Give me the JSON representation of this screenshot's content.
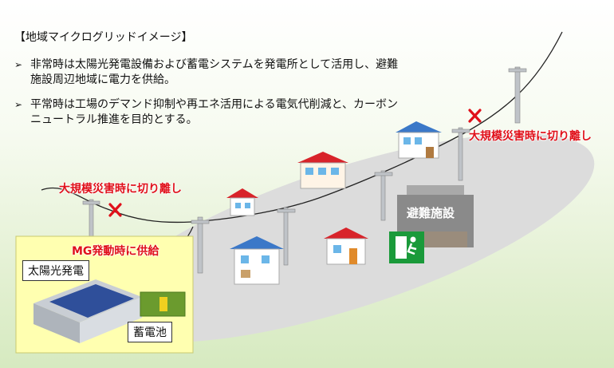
{
  "title": "【地域マイクログリッドイメージ】",
  "bullets": [
    "非常時は太陽光発電設備および蓄電システムを発電所として活用し、避難施設周辺地域に電力を供給。",
    "平常時は工場のデマンド抑制や再エネ活用による電気代削減と、カーボンニュートラル推進を目的とする。"
  ],
  "bullet_marker": "➢",
  "labels": {
    "disconnect_left": "大規模災害時に切り離し",
    "disconnect_right": "大規模災害時に切り離し",
    "mg_supply": "MG発動時に供給",
    "solar": "太陽光発電",
    "battery": "蓄電池",
    "shelter": "避難施設"
  },
  "colors": {
    "accent_red": "#e0101a",
    "panel_yellow": "#ffffb0",
    "island": "#dedede",
    "exit_green": "#1a9a3a"
  },
  "icons": [
    "cross-mark-icon",
    "emergency-exit-icon",
    "battery-icon"
  ]
}
